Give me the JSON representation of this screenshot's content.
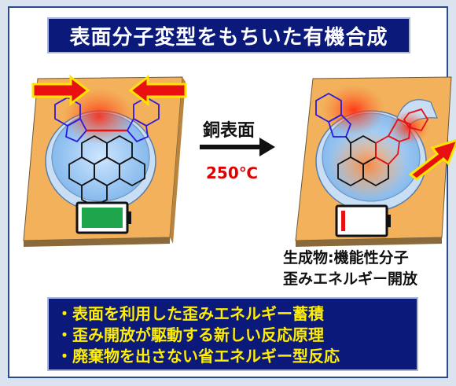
{
  "title": "表面分子変型をもちいた有機合成",
  "reaction": {
    "condition_top": "銅表面",
    "condition_bottom": "250℃"
  },
  "product": {
    "line1": "生成物:機能性分子",
    "line2": "歪みエネルギー開放"
  },
  "bullets": [
    "・表面を利用した歪みエネルギー蓄積",
    "・歪み開放が駆動する新しい反応原理",
    "・廃棄物を出さない省エネルギー型反応"
  ],
  "colors": {
    "title_bg": "#0b1a7a",
    "bullet_text": "#ffee00",
    "surface": "#f2b15a",
    "ring_blue": "#2a1ae0",
    "strain_red": "#e81010",
    "battery_full": "#1ea44a",
    "battery_empty": "#e81010"
  },
  "icons": [
    "push-arrow-icon",
    "reaction-arrow-icon",
    "battery-full-icon",
    "battery-empty-icon",
    "release-arrow-icon"
  ]
}
